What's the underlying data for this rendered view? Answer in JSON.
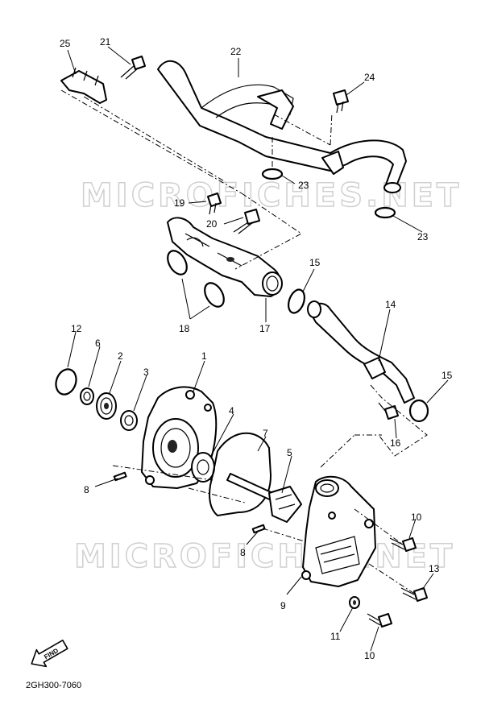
{
  "watermarks": [
    "MICROFICHES.NET",
    "MICROFICHES.NET"
  ],
  "diagram_code": "2GH300-7060",
  "find_label": "FIND",
  "callouts": {
    "c1": "1",
    "c2": "2",
    "c3": "3",
    "c4": "4",
    "c5": "5",
    "c6": "6",
    "c7": "7",
    "c8a": "8",
    "c8b": "8",
    "c9": "9",
    "c10a": "10",
    "c10b": "10",
    "c11": "11",
    "c12": "12",
    "c13": "13",
    "c14": "14",
    "c15a": "15",
    "c15b": "15",
    "c16": "16",
    "c17": "17",
    "c18": "18",
    "c19": "19",
    "c20": "20",
    "c21": "21",
    "c22": "22",
    "c23a": "23",
    "c23b": "23",
    "c24": "24",
    "c25": "25"
  }
}
